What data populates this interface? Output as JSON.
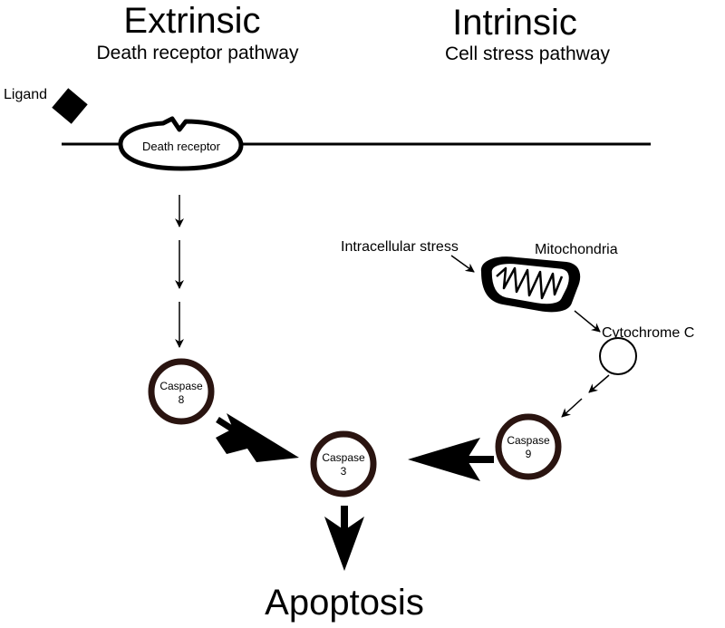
{
  "headings": {
    "extrinsic_title": "Extrinsic",
    "extrinsic_subtitle": "Death receptor pathway",
    "intrinsic_title": "Intrinsic",
    "intrinsic_subtitle": "Cell stress pathway"
  },
  "labels": {
    "ligand": "Ligand",
    "death_receptor": "Death receptor",
    "intracellular_stress": "Intracellular stress",
    "mitochondria": "Mitochondria",
    "cytochrome_c": "Cytochrome C",
    "apoptosis": "Apoptosis"
  },
  "caspases": {
    "c8": {
      "line1": "Caspase",
      "line2": "8"
    },
    "c3": {
      "line1": "Caspase",
      "line2": "3"
    },
    "c9": {
      "line1": "Caspase",
      "line2": "9"
    }
  },
  "colors": {
    "ink": "#000000",
    "ring": "#2a1410",
    "background": "#ffffff"
  }
}
